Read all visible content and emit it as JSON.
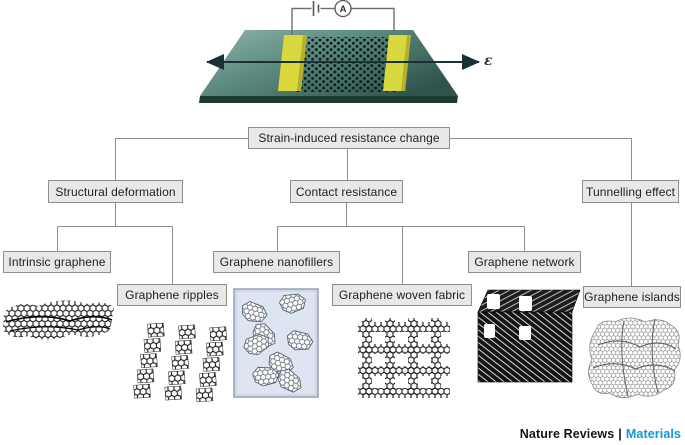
{
  "device": {
    "ammeter_label": "A",
    "strain_symbol": "ε",
    "electrode_color": "#d9d83e",
    "substrate_color_light": "#8fb5aa",
    "substrate_color_dark": "#2f544c",
    "arrow_color": "#1b2f38",
    "wire_color": "#6e6e6e"
  },
  "flowchart": {
    "box_fill": "#e8e8e6",
    "box_border": "#8d8d8b",
    "line_color": "#8f8f8d",
    "nodes": {
      "root": "Strain-induced resistance change",
      "structural": "Structural deformation",
      "contact": "Contact resistance",
      "tunnelling": "Tunnelling effect",
      "intrinsic": "Intrinsic graphene",
      "ripples": "Graphene ripples",
      "nanofillers": "Graphene nanofillers",
      "woven": "Graphene woven fabric",
      "network": "Graphene network",
      "islands": "Graphene islands"
    }
  },
  "illustrations": {
    "device": "graphene-strain-sensor-device",
    "intrinsic": "crumpled-graphene-sheet",
    "ripples": "graphene-ripples-array",
    "nanofillers": "graphene-flakes-in-matrix",
    "woven": "graphene-woven-grid",
    "network": "graphene-foam-block",
    "islands": "graphene-island-film"
  },
  "footer": {
    "journal": "Nature Reviews",
    "separator": "|",
    "publication": "Materials",
    "accent_color": "#0f9ad6"
  }
}
